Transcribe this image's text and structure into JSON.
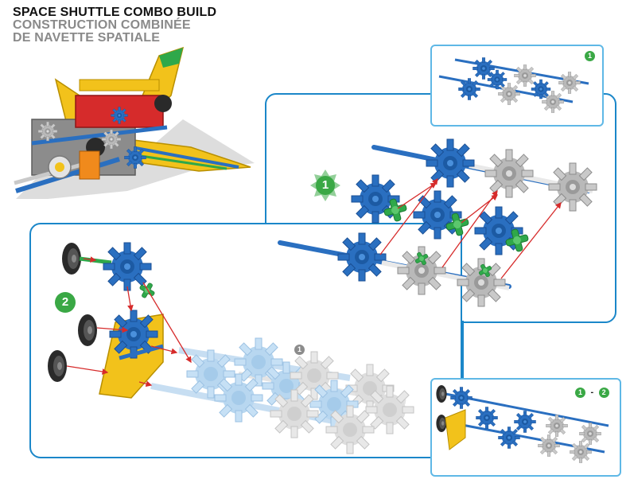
{
  "title": {
    "english": "SPACE SHUTTLE COMBO BUILD",
    "french_line1": "CONSTRUCTION COMBINÉE",
    "french_line2": "DE NAVETTE SPATIALE"
  },
  "step1": {
    "number": "1",
    "thumbnail_badge": "1"
  },
  "step2": {
    "number": "2",
    "reference_badge": "1",
    "thumbnail_badge_start": "1",
    "thumbnail_badge_sep": "-",
    "thumbnail_badge_end": "2"
  },
  "colors": {
    "frame_blue": "#1b87c9",
    "thumb_blue": "#5fb8e6",
    "step_green": "#3aa845",
    "piece_blue": "#2a6fc0",
    "piece_gray": "#b9b9b9",
    "piece_green": "#2fa84a",
    "piece_yellow": "#f2c21b",
    "arrow_red": "#d62b2b"
  }
}
